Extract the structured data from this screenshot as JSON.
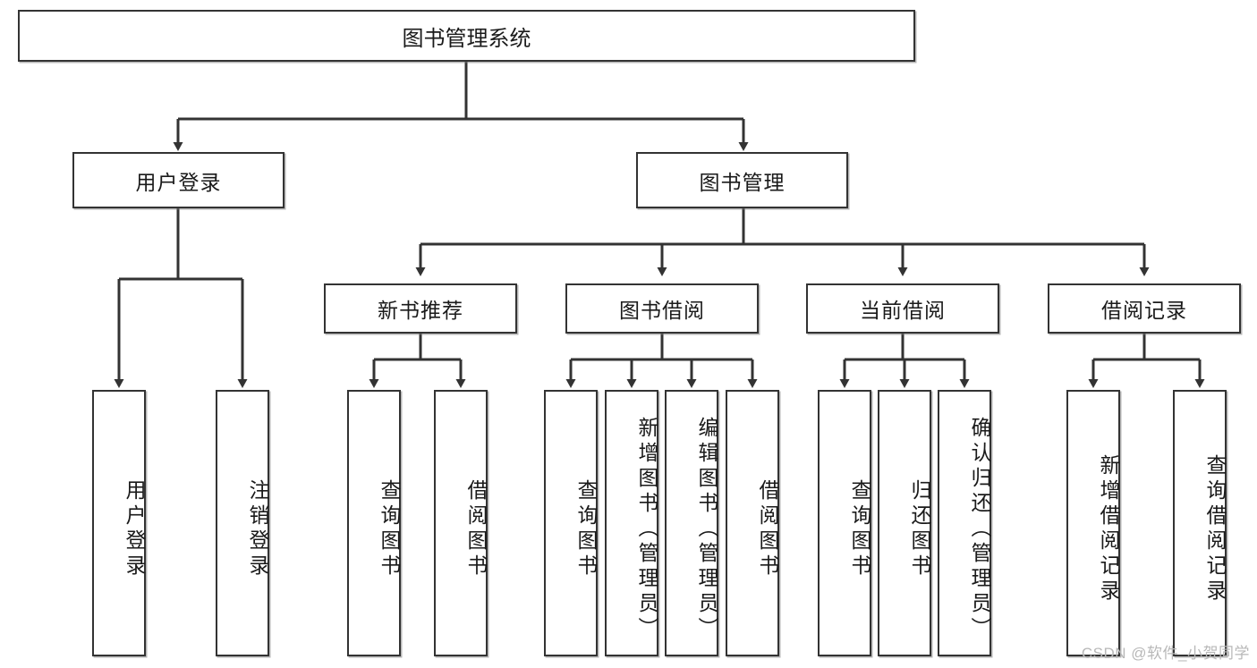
{
  "diagram": {
    "title": "图书管理系统",
    "type": "tree-hierarchy-chart",
    "root": {
      "label": "图书管理系统"
    },
    "level2": [
      {
        "label": "用户登录"
      },
      {
        "label": "图书管理"
      }
    ],
    "level3": [
      {
        "label": "新书推荐"
      },
      {
        "label": "图书借阅"
      },
      {
        "label": "当前借阅"
      },
      {
        "label": "借阅记录"
      }
    ],
    "leaves": {
      "user_login": [
        {
          "label": "用户登录"
        },
        {
          "label": "注销登录"
        }
      ],
      "new_book_recommend": [
        {
          "label": "查询图书"
        },
        {
          "label": "借阅图书"
        }
      ],
      "book_borrow": [
        {
          "label": "查询图书"
        },
        {
          "label": "新增图书（管理员）"
        },
        {
          "label": "编辑图书（管理员）"
        },
        {
          "label": "借阅图书"
        }
      ],
      "current_borrow": [
        {
          "label": "查询图书"
        },
        {
          "label": "归还图书"
        },
        {
          "label": "确认归还（管理员）"
        }
      ],
      "borrow_record": [
        {
          "label": "新增借阅记录"
        },
        {
          "label": "查询借阅记录"
        }
      ]
    }
  },
  "watermark": {
    "text": "CSDN @软件_小贺同学"
  },
  "colors": {
    "stroke": "#333333",
    "box_fill": "#ffffff",
    "text": "#1a1a1a",
    "watermark": "#b8b8b8"
  }
}
